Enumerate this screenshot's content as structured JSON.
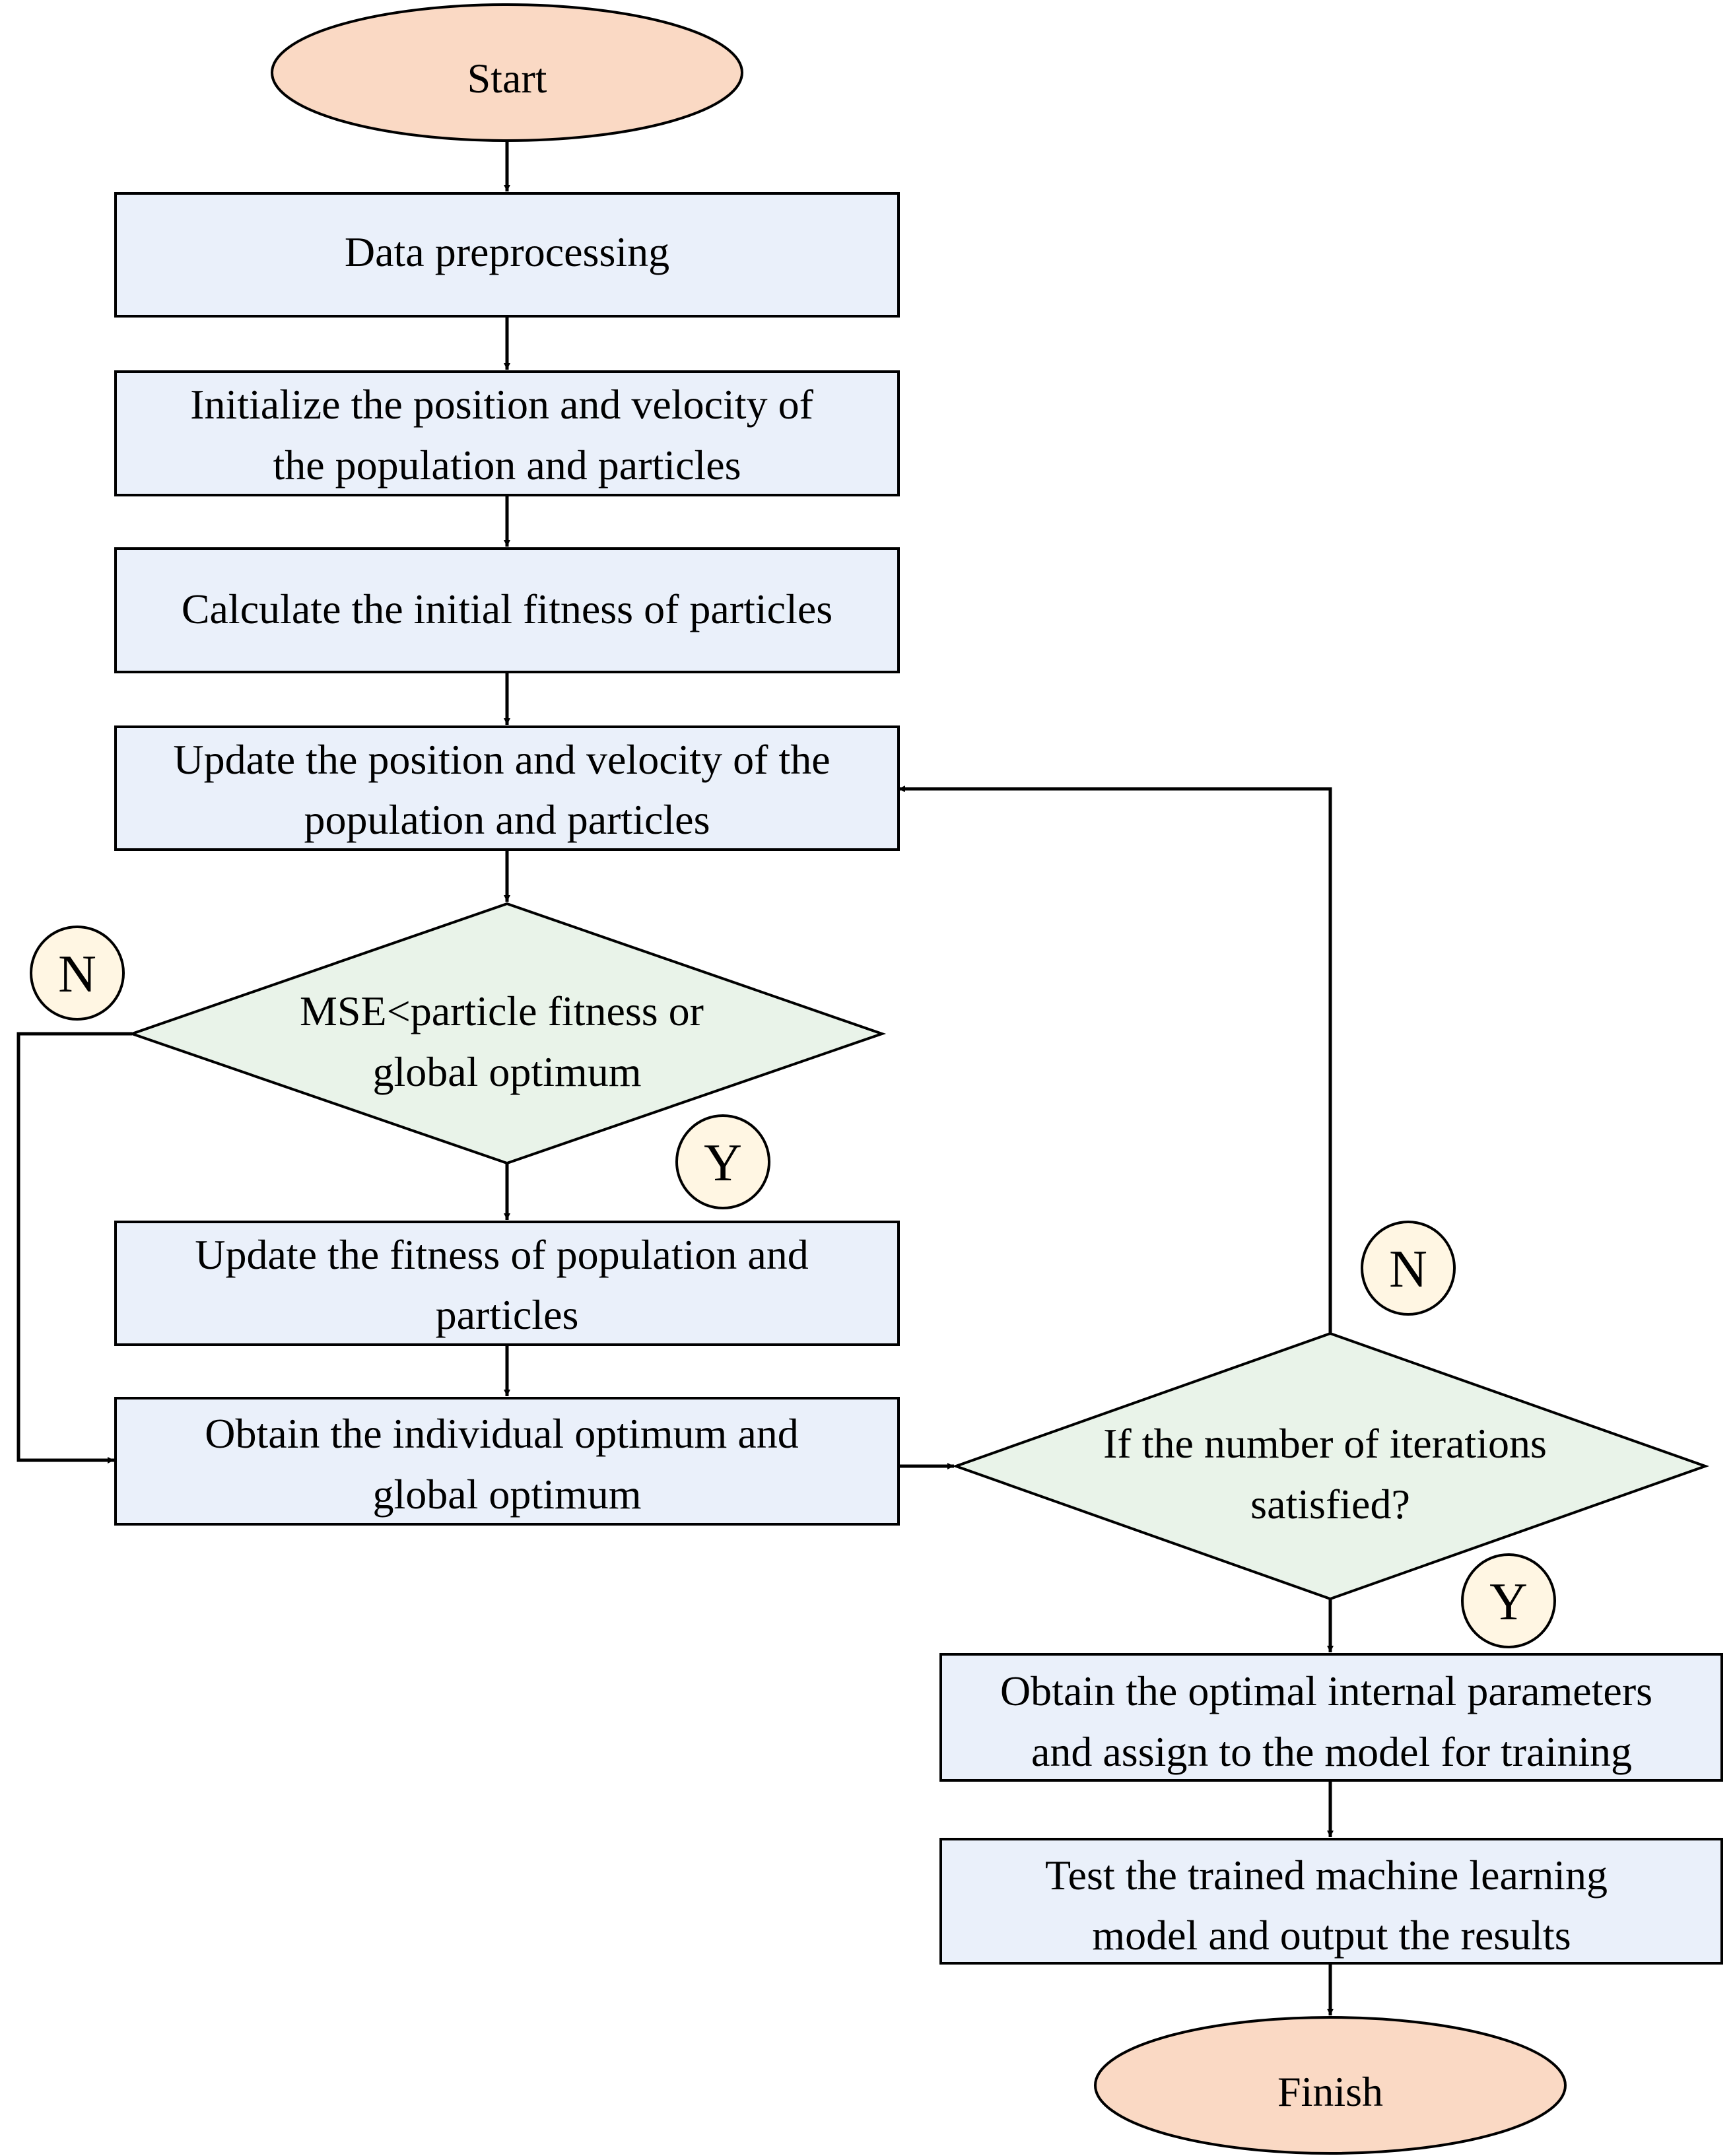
{
  "colors": {
    "process_fill": "#EAF0FA",
    "decision_fill": "#E9F3E9",
    "terminal_fill": "#FAD9C4",
    "badge_fill": "#FFF6E3",
    "stroke": "#000000"
  },
  "nodes": {
    "start": [
      "Start"
    ],
    "preprocess": [
      "Data preprocessing"
    ],
    "init": [
      "Initialize  the position and velocity  of",
      "the population and particles"
    ],
    "calc": [
      "Calculate  the initial  fitness of particles"
    ],
    "update_pos": [
      "Update the position and velocity  of the",
      "population and particles"
    ],
    "mse": [
      "MSE<particle  fitness  or",
      "global  optimum"
    ],
    "update_fit": [
      "Update the fitness  of population and",
      "particles"
    ],
    "obtain": [
      "Obtain the individual  optimum and",
      "global  optimum"
    ],
    "iter": [
      "If the number of iterations",
      "satisfied?"
    ],
    "optimal": [
      "Obtain the optimal  internal  parameters",
      "and assign to the model for training"
    ],
    "test": [
      "Test the trained machine  learning",
      "model and output the results"
    ],
    "finish": [
      "Finish"
    ]
  },
  "badges": {
    "mse_no": "N",
    "mse_yes": "Y",
    "iter_no": "N",
    "iter_yes": "Y"
  }
}
